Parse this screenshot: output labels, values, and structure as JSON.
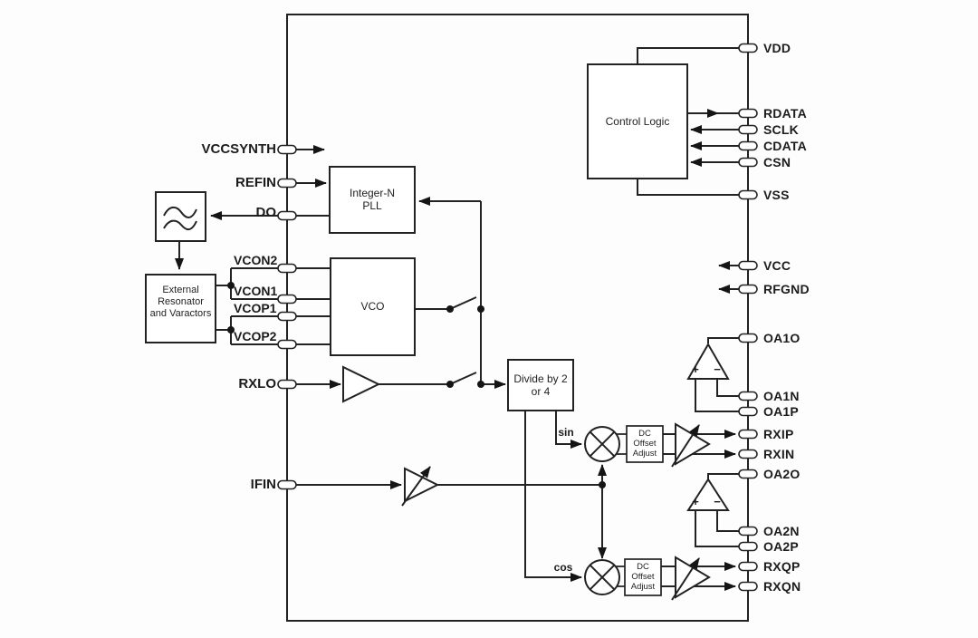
{
  "chip": {
    "left_pins": [
      {
        "label": "VCCSYNTH"
      },
      {
        "label": "REFIN"
      },
      {
        "label": "DO"
      },
      {
        "label": "VCON2"
      },
      {
        "label": "VCON1"
      },
      {
        "label": "VCOP1"
      },
      {
        "label": "VCOP2"
      },
      {
        "label": "RXLO"
      },
      {
        "label": "IFIN"
      }
    ],
    "right_pins": [
      {
        "label": "VDD"
      },
      {
        "label": "RDATA"
      },
      {
        "label": "SCLK"
      },
      {
        "label": "CDATA"
      },
      {
        "label": "CSN"
      },
      {
        "label": "VSS"
      },
      {
        "label": "VCC"
      },
      {
        "label": "RFGND"
      },
      {
        "label": "OA1O"
      },
      {
        "label": "OA1N"
      },
      {
        "label": "OA1P"
      },
      {
        "label": "RXIP"
      },
      {
        "label": "RXIN"
      },
      {
        "label": "OA2O"
      },
      {
        "label": "OA2N"
      },
      {
        "label": "OA2P"
      },
      {
        "label": "RXQP"
      },
      {
        "label": "RXQN"
      }
    ],
    "blocks": {
      "control_logic": "Control Logic",
      "integer_n_pll": "Integer-N PLL",
      "vco": "VCO",
      "divide_by": "Divide by 2 or 4",
      "dc_offset_i": "DC Offset Adjust",
      "dc_offset_q": "DC Offset Adjust",
      "external_resonator": "External Resonator and Varactors"
    },
    "signal_labels": {
      "sin": "sin",
      "cos": "cos",
      "opamp1_plus": "+",
      "opamp1_minus": "−",
      "opamp2_plus": "+",
      "opamp2_minus": "−"
    },
    "colors": {
      "line": "#222222",
      "background": "#ffffff"
    }
  }
}
